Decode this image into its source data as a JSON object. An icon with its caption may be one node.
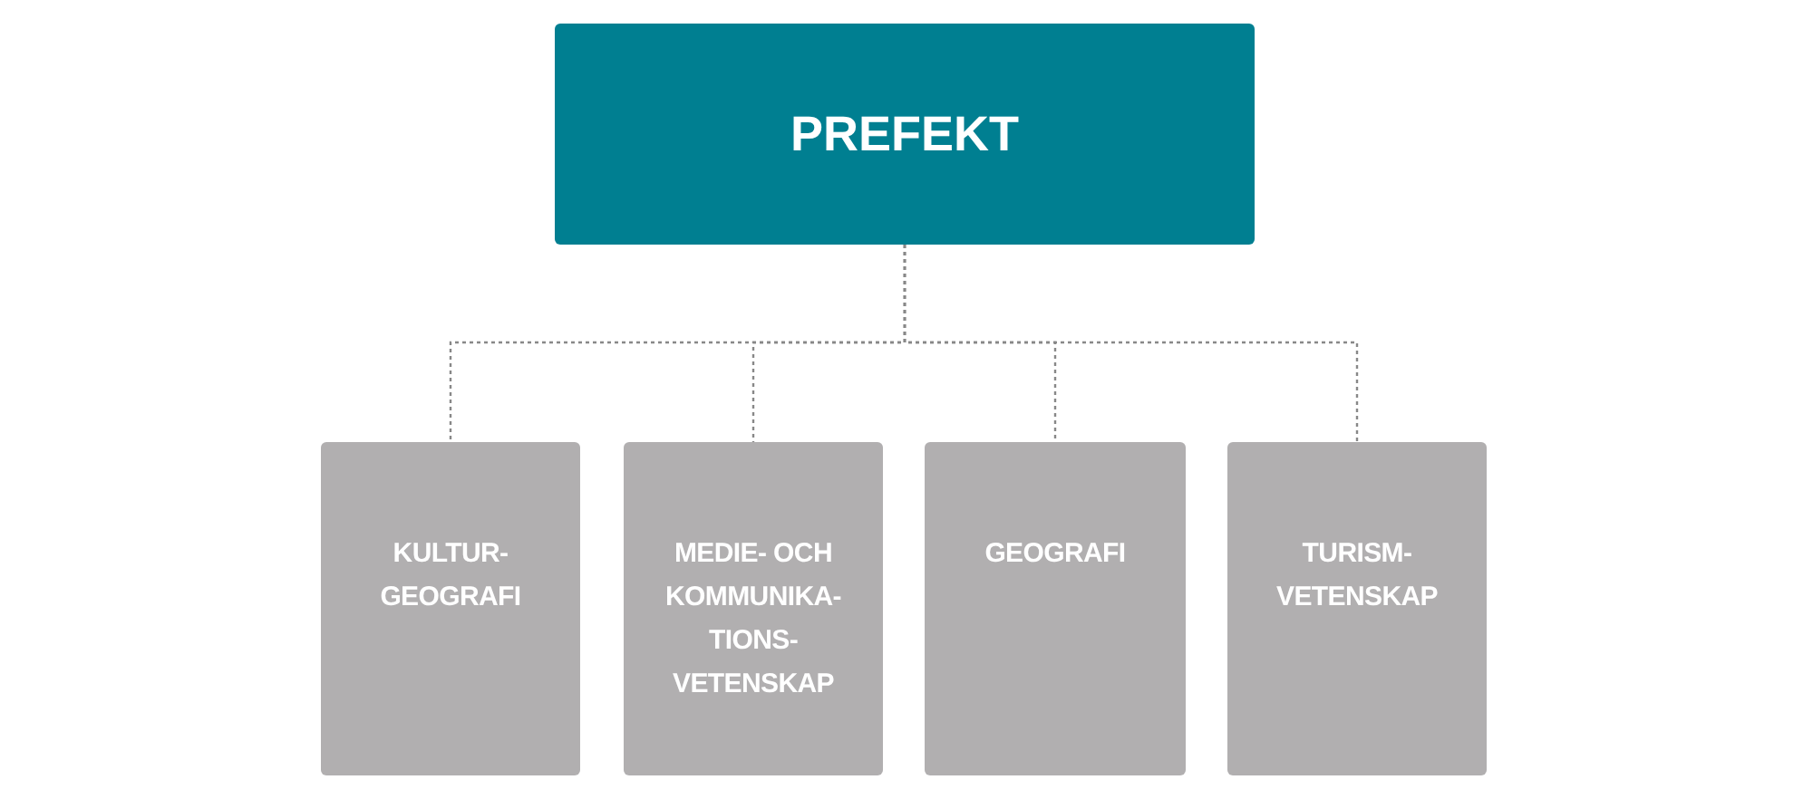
{
  "diagram": {
    "nodes": [
      {
        "text": [
          "PREFEKT"
        ]
      },
      {
        "text": [
          "KULTUR- GEOGRAFI"
        ]
      },
      {
        "text": [
          "MEDIE- OCH KOMMUNIKA- TIONS- VETENSKAP"
        ]
      },
      {
        "text": [
          "GEOGRAFI"
        ]
      },
      {
        "text": [
          "TURISM- VETENSKAP"
        ]
      }
    ],
    "edges": [
      {
        "from": 0,
        "to": 1,
        "arrow": "none"
      },
      {
        "from": 0,
        "to": 2,
        "arrow": "none"
      },
      {
        "from": 0,
        "to": 3,
        "arrow": "none"
      },
      {
        "from": 0,
        "to": 4,
        "arrow": "none"
      }
    ]
  }
}
